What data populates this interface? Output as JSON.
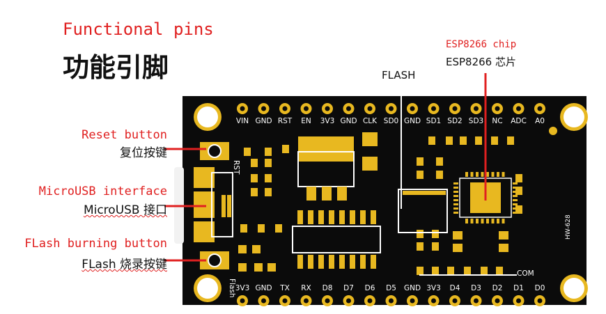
{
  "title": {
    "english": "Functional pins",
    "chinese": "功能引脚"
  },
  "callouts": {
    "esp_chip": {
      "english": "ESP8266 chip",
      "chinese": "ESP8266 芯片"
    },
    "flash": {
      "label": "FLASH"
    },
    "reset": {
      "english": "Reset button",
      "chinese": "复位按键"
    },
    "microusb": {
      "english": "MicroUSB interface",
      "chinese": "MicroUSB 接口"
    },
    "flash_button": {
      "english": "FLash burning button",
      "chinese": "FLash 烧录按键"
    }
  },
  "board": {
    "top_pins": [
      "VIN",
      "GND",
      "RST",
      "EN",
      "3V3",
      "GND",
      "CLK",
      "SD0",
      "GND",
      "SD1",
      "SD2",
      "SD3",
      "NC",
      "ADC",
      "A0"
    ],
    "bottom_pins": [
      "3V3",
      "GND",
      "TX",
      "RX",
      "D8",
      "D7",
      "D6",
      "D5",
      "GND",
      "3V3",
      "D4",
      "D3",
      "D2",
      "D1",
      "D0"
    ],
    "silk_rst": "RST",
    "silk_flash": "Flash",
    "silk_com": "COM",
    "silk_model": "HW-628"
  },
  "colors": {
    "board": "#0b0b0b",
    "gold": "#e8b820",
    "accent_red": "#e02020",
    "silk": "#ffffff"
  }
}
